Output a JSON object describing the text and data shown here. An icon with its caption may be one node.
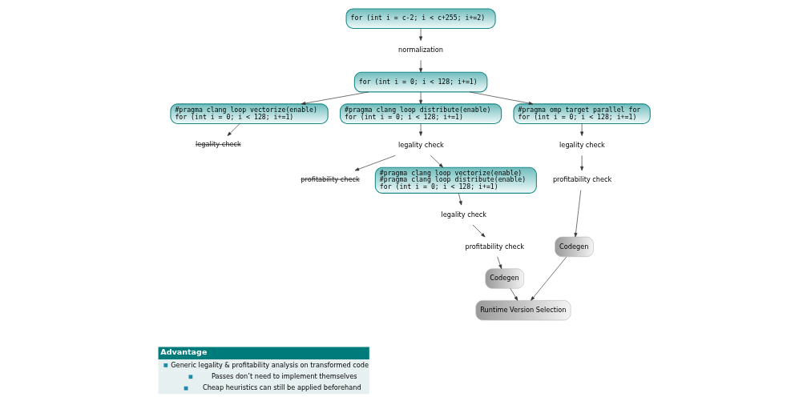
{
  "diagram": {
    "nodes": [
      {
        "text": [
          "for (int i = c-2; i < c+255; i+=2)"
        ]
      },
      {
        "text": [
          "normalization"
        ]
      },
      {
        "text": [
          "for (int i = 0; i < 128; i+=1)"
        ]
      },
      {
        "text": [
          "#pragma clang loop vectorize(enable)",
          "for (int i = 0; i < 128; i+=1)"
        ]
      },
      {
        "text": [
          "#pragma clang loop distribute(enable)",
          "for (int i = 0; i < 128; i+=1)"
        ]
      },
      {
        "text": [
          "#pragma omp target parallel for",
          "for (int i = 0; i < 128; i+=1)"
        ]
      },
      {
        "text": [
          "legality check"
        ]
      },
      {
        "text": [
          "legality check"
        ]
      },
      {
        "text": [
          "legality check"
        ]
      },
      {
        "text": [
          "profitability check"
        ]
      },
      {
        "text": [
          "#pragma clang loop vectorize(enable)",
          "#pragma clang loop distribute(enable)",
          "for (int i = 0; i < 128; i+=1)"
        ]
      },
      {
        "text": [
          "legality check"
        ]
      },
      {
        "text": [
          "profitability check"
        ]
      },
      {
        "text": [
          "profitability check"
        ]
      },
      {
        "text": [
          "Codegen"
        ]
      },
      {
        "text": [
          "Codegen"
        ]
      },
      {
        "text": [
          "Runtime Version Selection"
        ]
      },
      {
        "text": [
          "Advantage",
          "Generic legality & profitability analysis on transformed code",
          "Passes don’t need to implement themselves",
          "Cheap heuristics can still be applied beforehand"
        ]
      }
    ],
    "edges": [
      {
        "from": 0,
        "to": 1,
        "arrow": "to"
      },
      {
        "from": 1,
        "to": 2,
        "arrow": "to"
      },
      {
        "from": 2,
        "to": 3,
        "arrow": "to"
      },
      {
        "from": 2,
        "to": 4,
        "arrow": "to"
      },
      {
        "from": 2,
        "to": 5,
        "arrow": "to"
      },
      {
        "from": 3,
        "to": 6,
        "arrow": "to"
      },
      {
        "from": 4,
        "to": 7,
        "arrow": "to"
      },
      {
        "from": 5,
        "to": 8,
        "arrow": "to"
      },
      {
        "from": 7,
        "to": 9,
        "arrow": "to"
      },
      {
        "from": 7,
        "to": 10,
        "arrow": "to"
      },
      {
        "from": 10,
        "to": 11,
        "arrow": "to"
      },
      {
        "from": 8,
        "to": 12,
        "arrow": "to"
      },
      {
        "from": 11,
        "to": 13,
        "arrow": "to"
      },
      {
        "from": 13,
        "to": 14,
        "arrow": "to"
      },
      {
        "from": 12,
        "to": 15,
        "arrow": "to"
      },
      {
        "from": 14,
        "to": 16,
        "arrow": "to"
      },
      {
        "from": 15,
        "to": 16,
        "arrow": "to"
      }
    ]
  }
}
